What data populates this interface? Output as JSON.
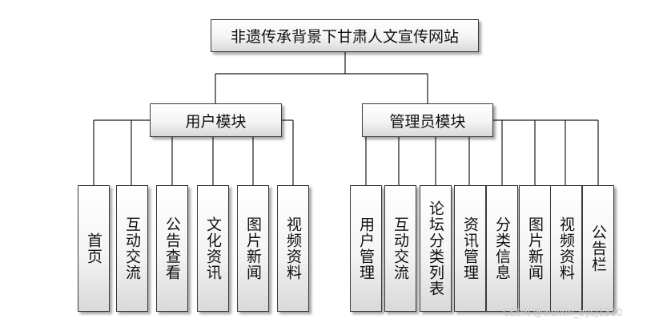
{
  "title": "非遗传承背景下甘肃人文宣传网站",
  "modules": [
    {
      "name": "用户模块",
      "items": [
        "首页",
        "互动交流",
        "公告查看",
        "文化资讯",
        "图片新闻",
        "视频资料"
      ]
    },
    {
      "name": "管理员模块",
      "items": [
        "用户管理",
        "互动交流",
        "论坛分类列表",
        "资讯管理",
        "分类信息",
        "图片新闻",
        "视频资料",
        "公告栏"
      ]
    }
  ],
  "watermark": "CSDN @weixin_bysj1330"
}
